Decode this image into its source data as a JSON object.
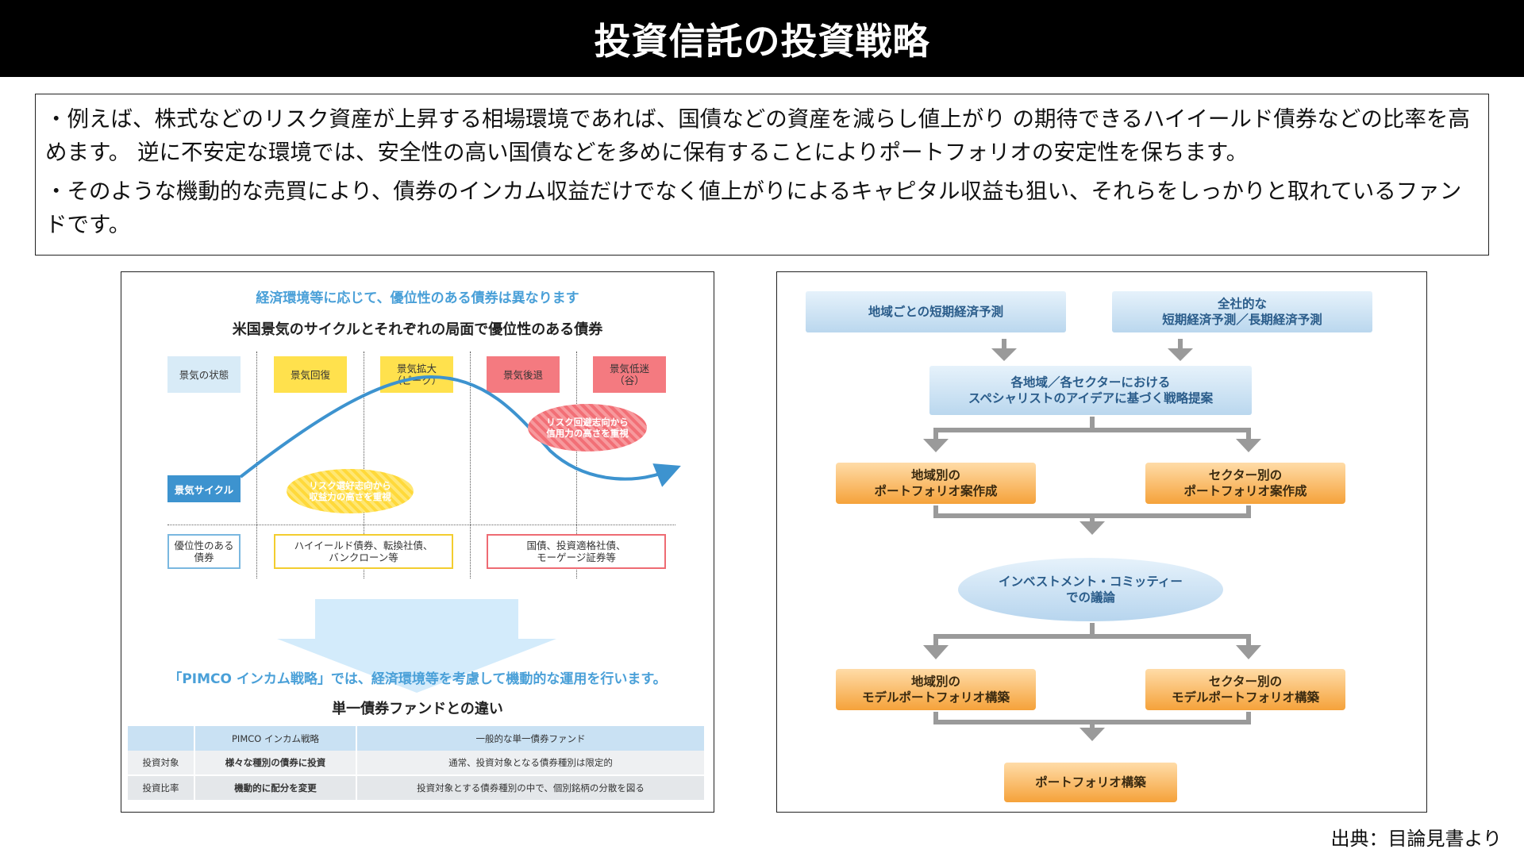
{
  "title": "投資信託の投資戦略",
  "description": {
    "p1": "・例えば、株式などのリスク資産が上昇する相場環境であれば、国債などの資産を減らし値上がり の期待できるハイイールド債券などの比率を高めます。 逆に不安定な環境では、安全性の高い国債などを多めに保有することによりポートフォリオの安定性を保ちます。",
    "p2": "・そのような機動的な売買により、債券のインカム収益だけでなく値上がりによるキャピタル収益も狙い、それらをしっかりと取れているファンドです。"
  },
  "left_panel": {
    "heading1": "経済環境等に応じて、優位性のある債券は異なります",
    "heading2": "米国景気のサイクルとそれぞれの局面で優位性のある債券",
    "state_label": "景気の状態",
    "states": {
      "recovery": "景気回復",
      "expansion_1": "景気拡大",
      "expansion_2": "（ピーク）",
      "recession": "景気後退",
      "trough_1": "景気低迷",
      "trough_2": "（谷）"
    },
    "cycle_label": "景気サイクル",
    "bubble_risk_on_1": "リスク選好志向から",
    "bubble_risk_on_2": "収益力の高さを重視",
    "bubble_risk_off_1": "リスク回避志向から",
    "bubble_risk_off_2": "信用力の高さを重視",
    "bond_label_1": "優位性のある",
    "bond_label_2": "債券",
    "bond_high_yield_1": "ハイイールド債券、転換社債、",
    "bond_high_yield_2": "バンクローン等",
    "bond_gov_1": "国債、投資適格社債、",
    "bond_gov_2": "モーゲージ証券等",
    "heading3": "「PIMCO インカム戦略」では、経済環境等を考慮して機動的な運用を行います。",
    "heading4": "単一債券ファンドとの違い",
    "table": {
      "headers": [
        "",
        "PIMCO インカム戦略",
        "一般的な単一債券ファンド"
      ],
      "rows": [
        [
          "投資対象",
          "様々な種別の債券に投資",
          "通常、投資対象となる債券種別は限定的"
        ],
        [
          "投資比率",
          "機動的に配分を変更",
          "投資対象とする債券種別の中で、個別銘柄の分散を図る"
        ]
      ]
    }
  },
  "right_panel": {
    "regional_forecast": "地域ごとの短期経済予測",
    "global_forecast_1": "全社的な",
    "global_forecast_2": "短期経済予測／長期経済予測",
    "specialist_1": "各地域／各セクターにおける",
    "specialist_2": "スペシャリストのアイデアに基づく戦略提案",
    "regional_portfolio_1": "地域別の",
    "regional_portfolio_2": "ポートフォリオ案作成",
    "sector_portfolio_1": "セクター別の",
    "sector_portfolio_2": "ポートフォリオ案作成",
    "committee_1": "インベストメント・コミッティー",
    "committee_2": "での議論",
    "regional_model_1": "地域別の",
    "regional_model_2": "モデルポートフォリオ構築",
    "sector_model_1": "セクター別の",
    "sector_model_2": "モデルポートフォリオ構築",
    "portfolio_build": "ポートフォリオ構築"
  },
  "source": "出典：目論見書より",
  "colors": {
    "accent_blue": "#4aa0d8",
    "cycle_blue": "#3d93cf",
    "state_yellow": "#ffe14d",
    "state_red": "#f47a80",
    "flow_orange": "#f5a23a",
    "flow_blue": "#bad7ee",
    "arrow_gray": "#999999"
  }
}
